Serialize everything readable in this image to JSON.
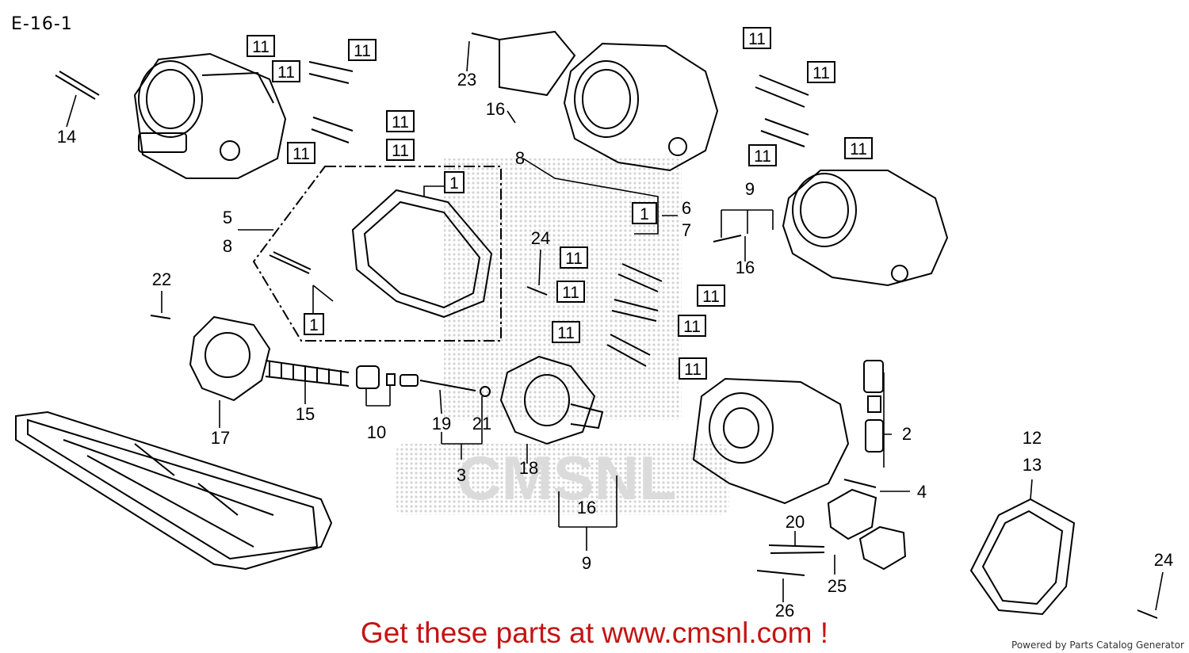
{
  "diagram_code": "E-16-1",
  "cta_text": "Get these parts at www.cmsnl.com !",
  "powered_by": "Powered by Parts Catalog Generator",
  "watermark_text": "CMSNL",
  "colors": {
    "cta": "#c41414",
    "lines": "#000000",
    "watermark": "#d8d8d8"
  },
  "callouts": [
    {
      "id": "c1",
      "text": "14"
    },
    {
      "id": "c2",
      "text": "23"
    },
    {
      "id": "c3",
      "text": "16"
    },
    {
      "id": "c4",
      "text": "8"
    },
    {
      "id": "c5",
      "text": "6"
    },
    {
      "id": "c6",
      "text": "7"
    },
    {
      "id": "c7",
      "text": "9"
    },
    {
      "id": "c8",
      "text": "16"
    },
    {
      "id": "c9",
      "text": "5"
    },
    {
      "id": "c10",
      "text": "8"
    },
    {
      "id": "c11",
      "text": "22"
    },
    {
      "id": "c12",
      "text": "24"
    },
    {
      "id": "c13",
      "text": "15"
    },
    {
      "id": "c14",
      "text": "17"
    },
    {
      "id": "c15",
      "text": "10"
    },
    {
      "id": "c16",
      "text": "19"
    },
    {
      "id": "c17",
      "text": "21"
    },
    {
      "id": "c18",
      "text": "3"
    },
    {
      "id": "c19",
      "text": "18"
    },
    {
      "id": "c20",
      "text": "16"
    },
    {
      "id": "c21",
      "text": "9"
    },
    {
      "id": "c22",
      "text": "2"
    },
    {
      "id": "c23",
      "text": "4"
    },
    {
      "id": "c24",
      "text": "12"
    },
    {
      "id": "c25",
      "text": "13"
    },
    {
      "id": "c26",
      "text": "20"
    },
    {
      "id": "c27",
      "text": "25"
    },
    {
      "id": "c28",
      "text": "26"
    },
    {
      "id": "c29",
      "text": "24"
    }
  ],
  "boxed_callouts": [
    {
      "id": "b1",
      "text": "11"
    },
    {
      "id": "b2",
      "text": "11"
    },
    {
      "id": "b3",
      "text": "11"
    },
    {
      "id": "b4",
      "text": "11"
    },
    {
      "id": "b5",
      "text": "11"
    },
    {
      "id": "b6",
      "text": "11"
    },
    {
      "id": "b7",
      "text": "11"
    },
    {
      "id": "b8",
      "text": "11"
    },
    {
      "id": "b9",
      "text": "11"
    },
    {
      "id": "b10",
      "text": "11"
    },
    {
      "id": "b11",
      "text": "1"
    },
    {
      "id": "b12",
      "text": "1"
    },
    {
      "id": "b13",
      "text": "1"
    },
    {
      "id": "b14",
      "text": "11"
    },
    {
      "id": "b15",
      "text": "11"
    },
    {
      "id": "b16",
      "text": "11"
    },
    {
      "id": "b17",
      "text": "11"
    },
    {
      "id": "b18",
      "text": "11"
    },
    {
      "id": "b19",
      "text": "11"
    }
  ]
}
